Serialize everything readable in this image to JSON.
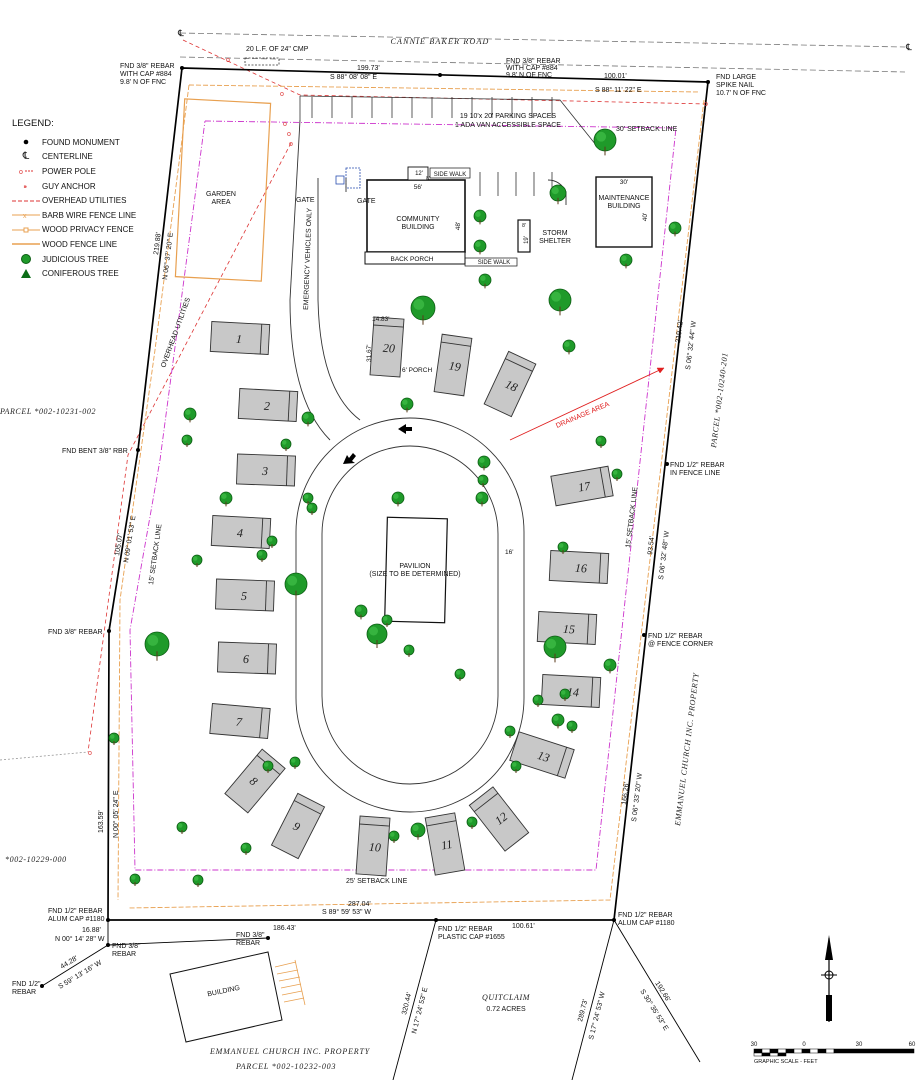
{
  "road": {
    "name": "CANNIE BAKER ROAD",
    "culvert": "20 L.F. OF 24\" CMP"
  },
  "legend": {
    "title": "LEGEND:",
    "items": [
      {
        "key": "found-monument",
        "label": "FOUND MONUMENT"
      },
      {
        "key": "centerline",
        "label": "CENTERLINE"
      },
      {
        "key": "power-pole",
        "label": "POWER POLE"
      },
      {
        "key": "guy-anchor",
        "label": "GUY ANCHOR"
      },
      {
        "key": "overhead-utilities",
        "label": "OVERHEAD UTILITIES"
      },
      {
        "key": "barb-wire",
        "label": "BARB WIRE FENCE LINE"
      },
      {
        "key": "wood-privacy",
        "label": "WOOD PRIVACY FENCE"
      },
      {
        "key": "wood-fence",
        "label": "WOOD FENCE LINE"
      },
      {
        "key": "judicious-tree",
        "label": "JUDICIOUS TREE"
      },
      {
        "key": "coniferous-tree",
        "label": "CONIFEROUS TREE"
      }
    ],
    "centerline_symbol": "℄"
  },
  "monuments": {
    "nw": [
      "FND 3/8\" REBAR",
      "WITH CAP #884",
      "9.8' N OF FNC"
    ],
    "n_mid": [
      "FND 3/8\" REBAR",
      "WITH CAP #884",
      "9.8' N OF FNC"
    ],
    "ne": [
      "FND LARGE",
      "SPIKE NAIL",
      "10.7' N OF FNC"
    ],
    "w_bent": "FND BENT 3/8\" RBR",
    "w_rebar": "FND 3/8\" REBAR",
    "e_fence": [
      "FND 1/2\" REBAR",
      "IN FENCE LINE"
    ],
    "e_corner": [
      "FND 1/2\" REBAR",
      "@ FENCE CORNER"
    ],
    "sw": [
      "FND 1/2\" REBAR",
      "ALUM CAP #1180"
    ],
    "se": [
      "FND 1/2\" REBAR",
      "ALUM CAP #1180"
    ],
    "s_mid": [
      "FND 1/2\" REBAR",
      "PLASTIC CAP #1655"
    ],
    "s_rebar1": [
      "FND 3/8\"",
      "REBAR"
    ],
    "s_rebar2": [
      "FND 3/8\"",
      "REBAR"
    ],
    "s_rebar3": [
      "FND 1/2\"",
      "REBAR"
    ]
  },
  "bearings": {
    "north1_dist": "199.73'",
    "north1_brg": "S 88° 08' 08\" E",
    "north2_dist": "100.01'",
    "north2_brg": "S 88° 11' 22\" E",
    "west1_dist": "219.88'",
    "west1_brg": "N 06° 37' 20\" E",
    "west2_dist": "105.07'",
    "west2_brg": "N 09° 01' 53\" E",
    "west3_dist": "163.59'",
    "west3_brg": "N 00° 05' 24\" E",
    "east1_dist": "219.42'",
    "east1_brg": "S 06° 32' 44\" W",
    "east2_dist": "93.54'",
    "east2_brg": "S 06° 32' 48\" W",
    "east3_dist": "166.26'",
    "east3_brg": "S 06° 33' 20\" W",
    "south_dist": "287.04'",
    "south_brg": "S 89° 59' 53\" W",
    "south2_dist": "100.61'",
    "sw_tie_dist": "16.88'",
    "sw_tie_brg": "N 00° 14' 28\" W",
    "sw_tie2_dist": "186.43'",
    "sw_tie3_dist": "44.28'",
    "sw_tie3_brg": "S 59° 13' 16\" W",
    "s_line1_dist": "320.44'",
    "s_line1_brg": "N 17° 24' 53\" E",
    "s_line2_dist": "289.73'",
    "s_line2_brg": "S 17° 24' 53\" W",
    "s_line3_dist": "192.66'",
    "s_line3_brg": "S 30° 35' 53\" E"
  },
  "labels": {
    "parking": [
      "19 10'x 20' PARKING SPACES",
      "1 ADA VAN ACCESSIBLE SPACE"
    ],
    "setback_30": "30' SETBACK LINE",
    "setback_15_w": "15' SETBACK LINE",
    "setback_15_e": "15' SETBACK LINE",
    "setback_25": "25' SETBACK LINE",
    "garden": [
      "GARDEN",
      "AREA"
    ],
    "gate1": "GATE",
    "gate2": "GATE",
    "emergency": "EMERGENCY VEHICLES ONLY",
    "community": [
      "COMMUNITY",
      "BUILDING"
    ],
    "community_w": "56'",
    "community_d": "48'",
    "back_porch": "BACK PORCH",
    "side_walk1": "SIDE WALK",
    "side_walk2": "SIDE WALK",
    "dim_12": "12'",
    "dim_8": "8'",
    "storm": [
      "STORM",
      "SHELTER"
    ],
    "storm_dim": "19'",
    "storm_w": "8'",
    "maintenance": [
      "MAINTENANCE",
      "BUILDING"
    ],
    "maint_w": "30'",
    "maint_d": "40'",
    "overhead": "OVERHEAD UTILITIES",
    "drainage": "DRAINAGE AREA",
    "pavilion": [
      "PAVILION",
      "(SIZE TO BE DETERMINED)"
    ],
    "road_w": "16'",
    "lot20_w": "14.83'",
    "lot20_d": "31.67'",
    "porch": "6' PORCH",
    "parcel_w": "PARCEL *002-10231-002",
    "parcel_w2": "*002-10229-000",
    "parcel_e": "PARCEL *002-10240-201",
    "emmanuel_e": "EMMANUEL CHURCH INC. PROPERTY",
    "emmanuel_s": "EMMANUEL CHURCH INC. PROPERTY",
    "parcel_s": "PARCEL *002-10232-003",
    "building": "BUILDING",
    "quitclaim": [
      "QUITCLAIM",
      "0.72 ACRES"
    ],
    "scale_title": "GRAPHIC SCALE - FEET",
    "scale_ticks": [
      "30",
      "0",
      "30",
      "60"
    ]
  },
  "lots": [
    "1",
    "2",
    "3",
    "4",
    "5",
    "6",
    "7",
    "8",
    "9",
    "10",
    "11",
    "12",
    "13",
    "14",
    "15",
    "16",
    "17",
    "18",
    "19",
    "20"
  ],
  "colors": {
    "boundary": "#000000",
    "setback": "#cc33cc",
    "fence": "#e8a050",
    "overhead": "#dd3333",
    "lot_fill": "#c8c8c8",
    "tree": "#1f9a2a",
    "tree_dark": "#0d5e14",
    "drain": "#e02020"
  }
}
